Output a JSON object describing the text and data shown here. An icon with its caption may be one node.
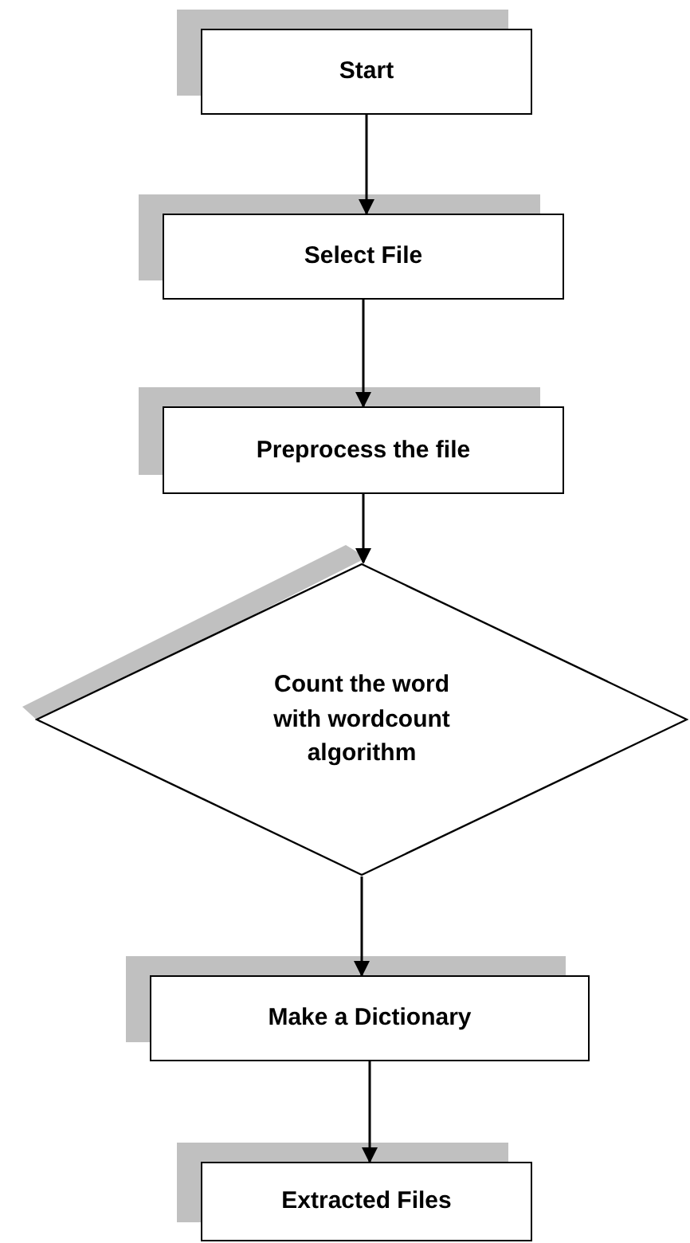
{
  "diagram": {
    "nodes": [
      {
        "text": [
          "Start"
        ]
      },
      {
        "text": [
          "Select File"
        ]
      },
      {
        "text": [
          "Preprocess the file"
        ]
      },
      {
        "text": [
          "Count the word with wordcount algorithm"
        ]
      },
      {
        "text": [
          "Make a Dictionary"
        ]
      },
      {
        "text": [
          "Extracted Files"
        ]
      }
    ],
    "edges": [
      {
        "from": 0,
        "to": 1,
        "arrow": "to"
      },
      {
        "from": 1,
        "to": 2,
        "arrow": "to"
      },
      {
        "from": 2,
        "to": 3,
        "arrow": "to"
      },
      {
        "from": 3,
        "to": 4,
        "arrow": "to"
      },
      {
        "from": 4,
        "to": 5,
        "arrow": "to"
      }
    ]
  }
}
